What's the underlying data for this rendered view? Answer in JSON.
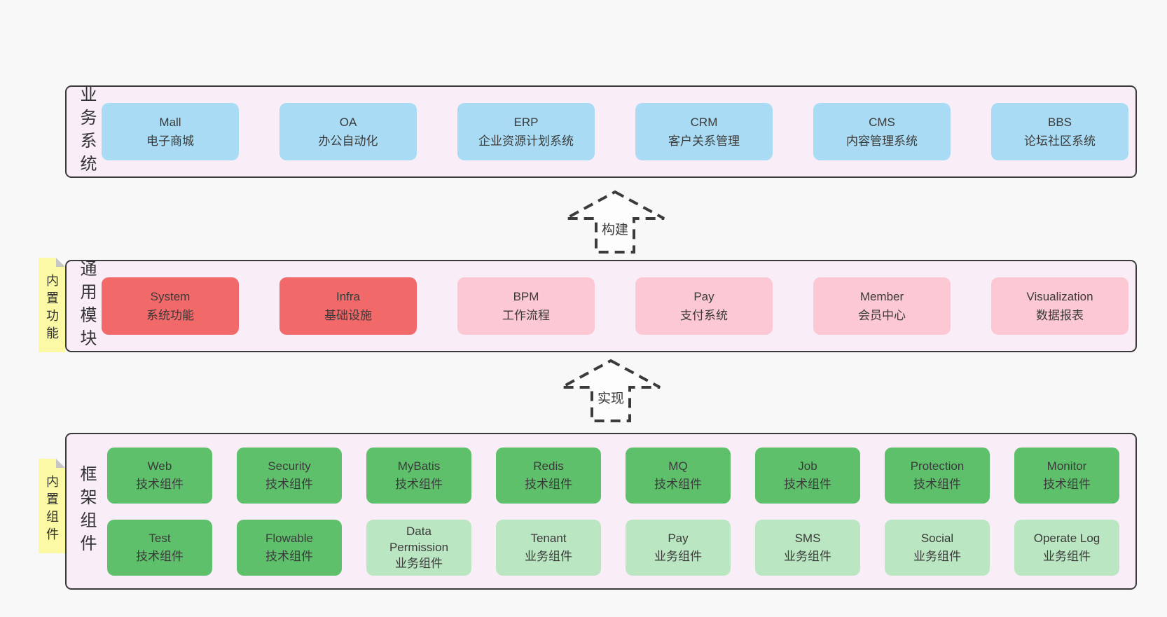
{
  "colors": {
    "page_bg": "#f8f8f8",
    "band_bg": "#f9eef8",
    "band_border": "#3a3a3a",
    "blue": "#a9dcf4",
    "red": "#f2696a",
    "pink": "#fbc8d3",
    "green": "#5fc06c",
    "green_light": "#bae6c1",
    "sticky_yellow": "#fbf9a3",
    "sticky_fold": "#c6c6c6",
    "text": "#3a3a3a"
  },
  "bands": {
    "business": {
      "label": "业务系统",
      "boxes": [
        {
          "title": "Mall",
          "subtitle": "电子商城"
        },
        {
          "title": "OA",
          "subtitle": "办公自动化"
        },
        {
          "title": "ERP",
          "subtitle": "企业资源计划系统"
        },
        {
          "title": "CRM",
          "subtitle": "客户关系管理"
        },
        {
          "title": "CMS",
          "subtitle": "内容管理系统"
        },
        {
          "title": "BBS",
          "subtitle": "论坛社区系统"
        }
      ]
    },
    "modules": {
      "label": "通用模块",
      "sticky": "内置功能",
      "boxes": [
        {
          "title": "System",
          "subtitle": "系统功能"
        },
        {
          "title": "Infra",
          "subtitle": "基础设施"
        },
        {
          "title": "BPM",
          "subtitle": "工作流程"
        },
        {
          "title": "Pay",
          "subtitle": "支付系统"
        },
        {
          "title": "Member",
          "subtitle": "会员中心"
        },
        {
          "title": "Visualization",
          "subtitle": "数据报表"
        }
      ]
    },
    "components": {
      "label": "框架组件",
      "sticky": "内置组件",
      "row1": [
        {
          "title": "Web",
          "subtitle": "技术组件"
        },
        {
          "title": "Security",
          "subtitle": "技术组件"
        },
        {
          "title": "MyBatis",
          "subtitle": "技术组件"
        },
        {
          "title": "Redis",
          "subtitle": "技术组件"
        },
        {
          "title": "MQ",
          "subtitle": "技术组件"
        },
        {
          "title": "Job",
          "subtitle": "技术组件"
        },
        {
          "title": "Protection",
          "subtitle": "技术组件"
        },
        {
          "title": "Monitor",
          "subtitle": "技术组件"
        }
      ],
      "row2": [
        {
          "title": "Test",
          "subtitle": "技术组件"
        },
        {
          "title": "Flowable",
          "subtitle": "技术组件"
        },
        {
          "title": "Data Permission",
          "subtitle": "业务组件"
        },
        {
          "title": "Tenant",
          "subtitle": "业务组件"
        },
        {
          "title": "Pay",
          "subtitle": "业务组件"
        },
        {
          "title": "SMS",
          "subtitle": "业务组件"
        },
        {
          "title": "Social",
          "subtitle": "业务组件"
        },
        {
          "title": "Operate Log",
          "subtitle": "业务组件"
        }
      ]
    }
  },
  "arrows": [
    {
      "label": "构建"
    },
    {
      "label": "实现"
    }
  ]
}
